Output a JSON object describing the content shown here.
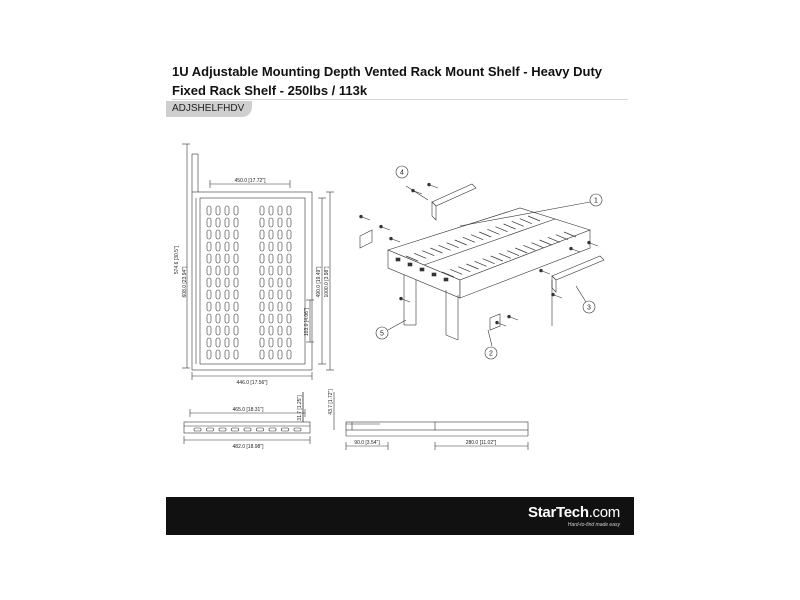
{
  "product": {
    "title": "1U Adjustable Mounting Depth Vented Rack Mount Shelf - Heavy Duty Fixed Rack Shelf - 250lbs / 113k",
    "sku": "ADJSHELFHDV"
  },
  "dimensions": {
    "top_width": "450.0 [17.72\"]",
    "bottom_width": "446.0 [17.56\"]",
    "total_depth": "574.6 [30.5\"]",
    "inner_depth": "608.0 [23.94\"]",
    "slot_depth": "490.0 [19.49\"]",
    "small_depth": "103.0 [4.06\"]",
    "full_depth": "1000.0 [3.98\"]",
    "front_inner_width": "465.0 [18.31\"]",
    "front_outer_width": "482.0 [18.98\"]",
    "front_height": "31.7 [1.25\"]",
    "side_height": "43.7 [1.72\"]",
    "side_short": "90.0 [3.54\"]",
    "side_long": "280.0 [11.02\"]"
  },
  "callouts": [
    "1",
    "2",
    "3",
    "4",
    "5"
  ],
  "footer": {
    "brand_main": "StarTech",
    "brand_suffix": ".com",
    "tagline": "Hard-to-find made easy"
  }
}
